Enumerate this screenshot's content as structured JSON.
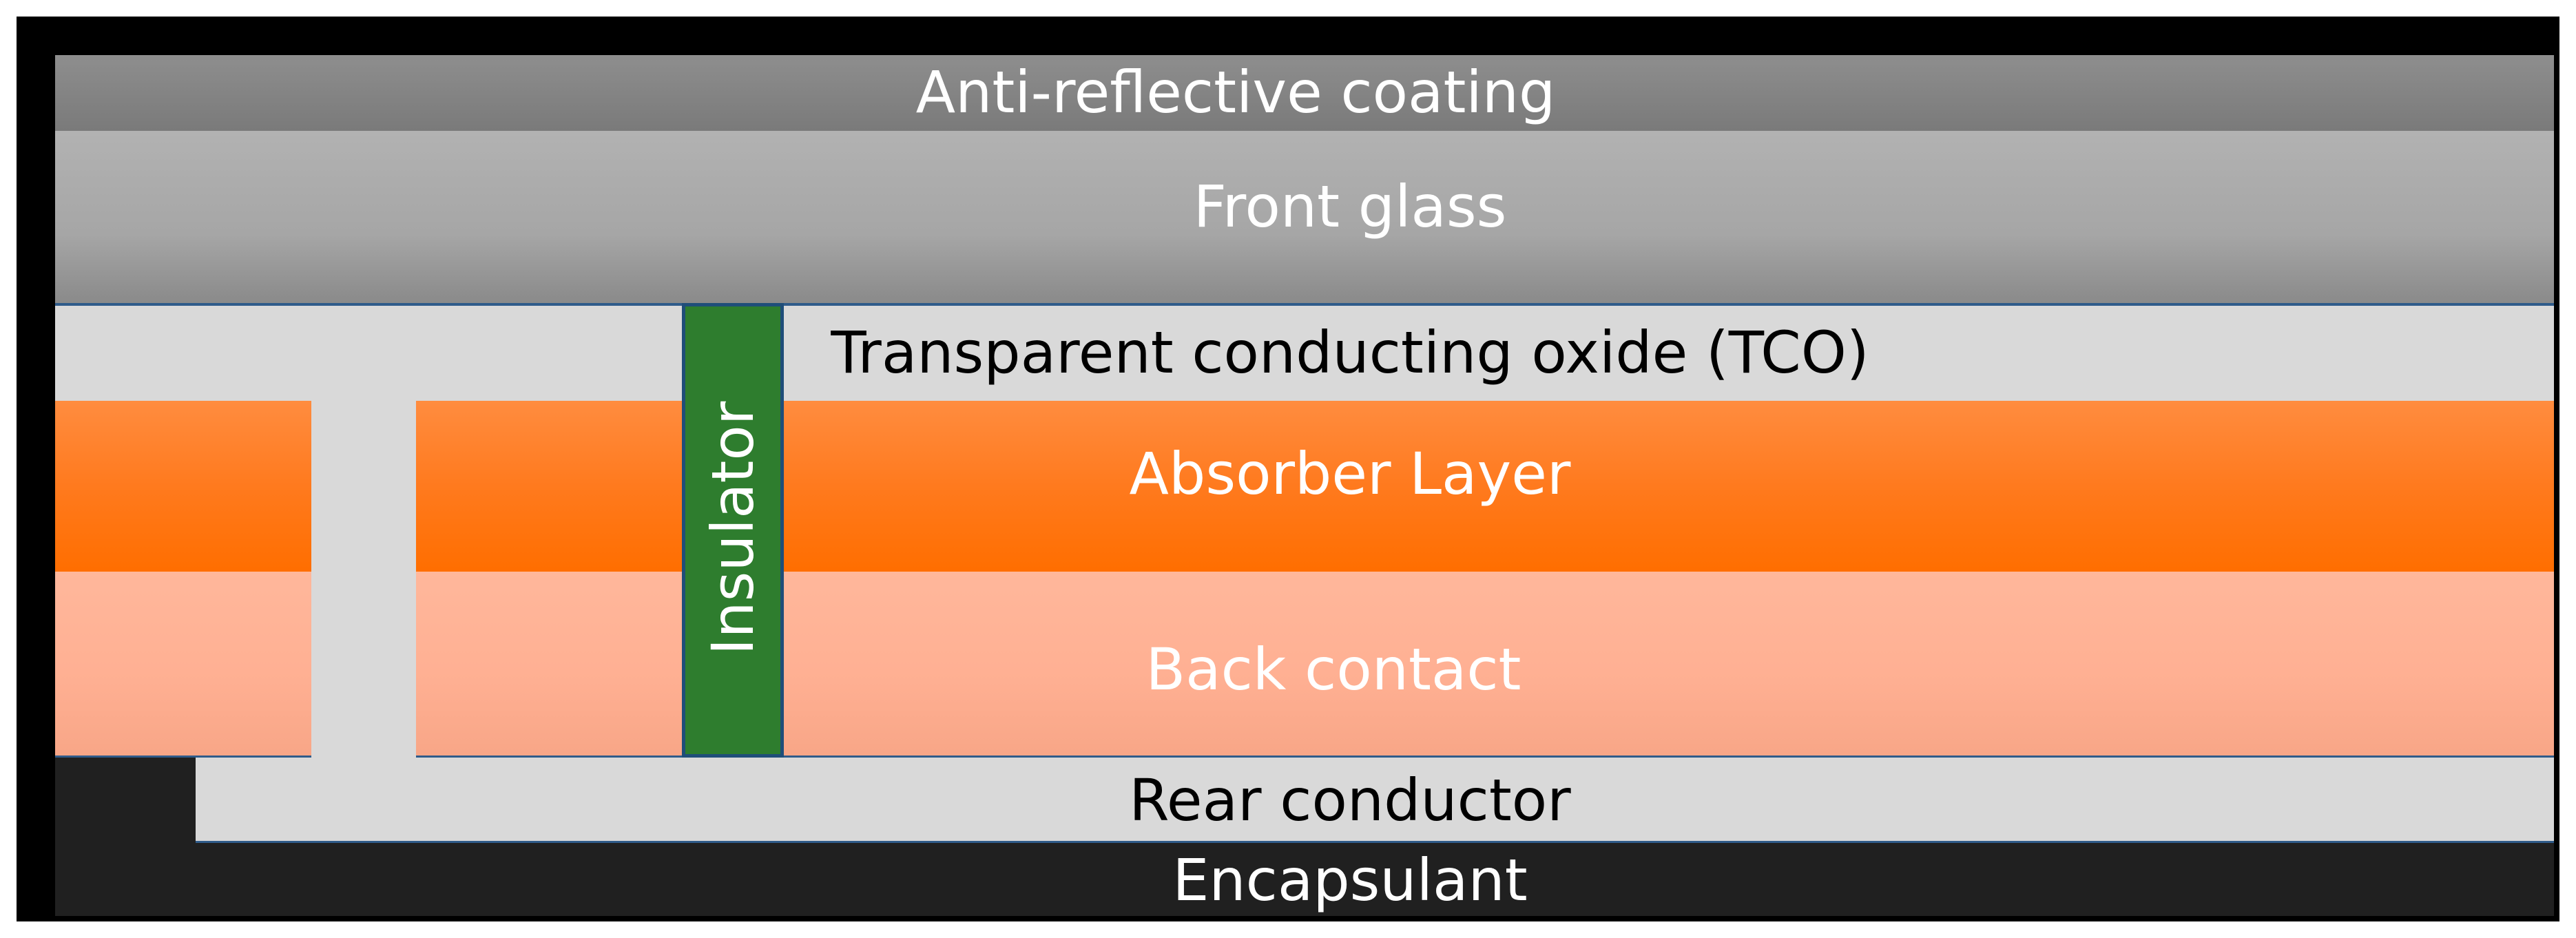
{
  "layers": {
    "anti_reflective": "Anti-reflective coating",
    "front_glass": "Front glass",
    "tco": "Transparent conducting oxide (TCO)",
    "absorber": "Absorber Layer",
    "back_contact": "Back contact",
    "rear_conductor": "Rear conductor",
    "encapsulant": "Encapsulant",
    "insulator": "Insulator"
  },
  "colors": {
    "anti_reflective": "#808080",
    "front_glass": "#a6a6a6",
    "tco": "#d9d9d9",
    "absorber": "#ff7a1e",
    "back_contact": "#ffb093",
    "rear_conductor": "#d9d9d9",
    "encapsulant": "#202020",
    "insulator": "#2e7d2e",
    "frame": "#000000"
  }
}
